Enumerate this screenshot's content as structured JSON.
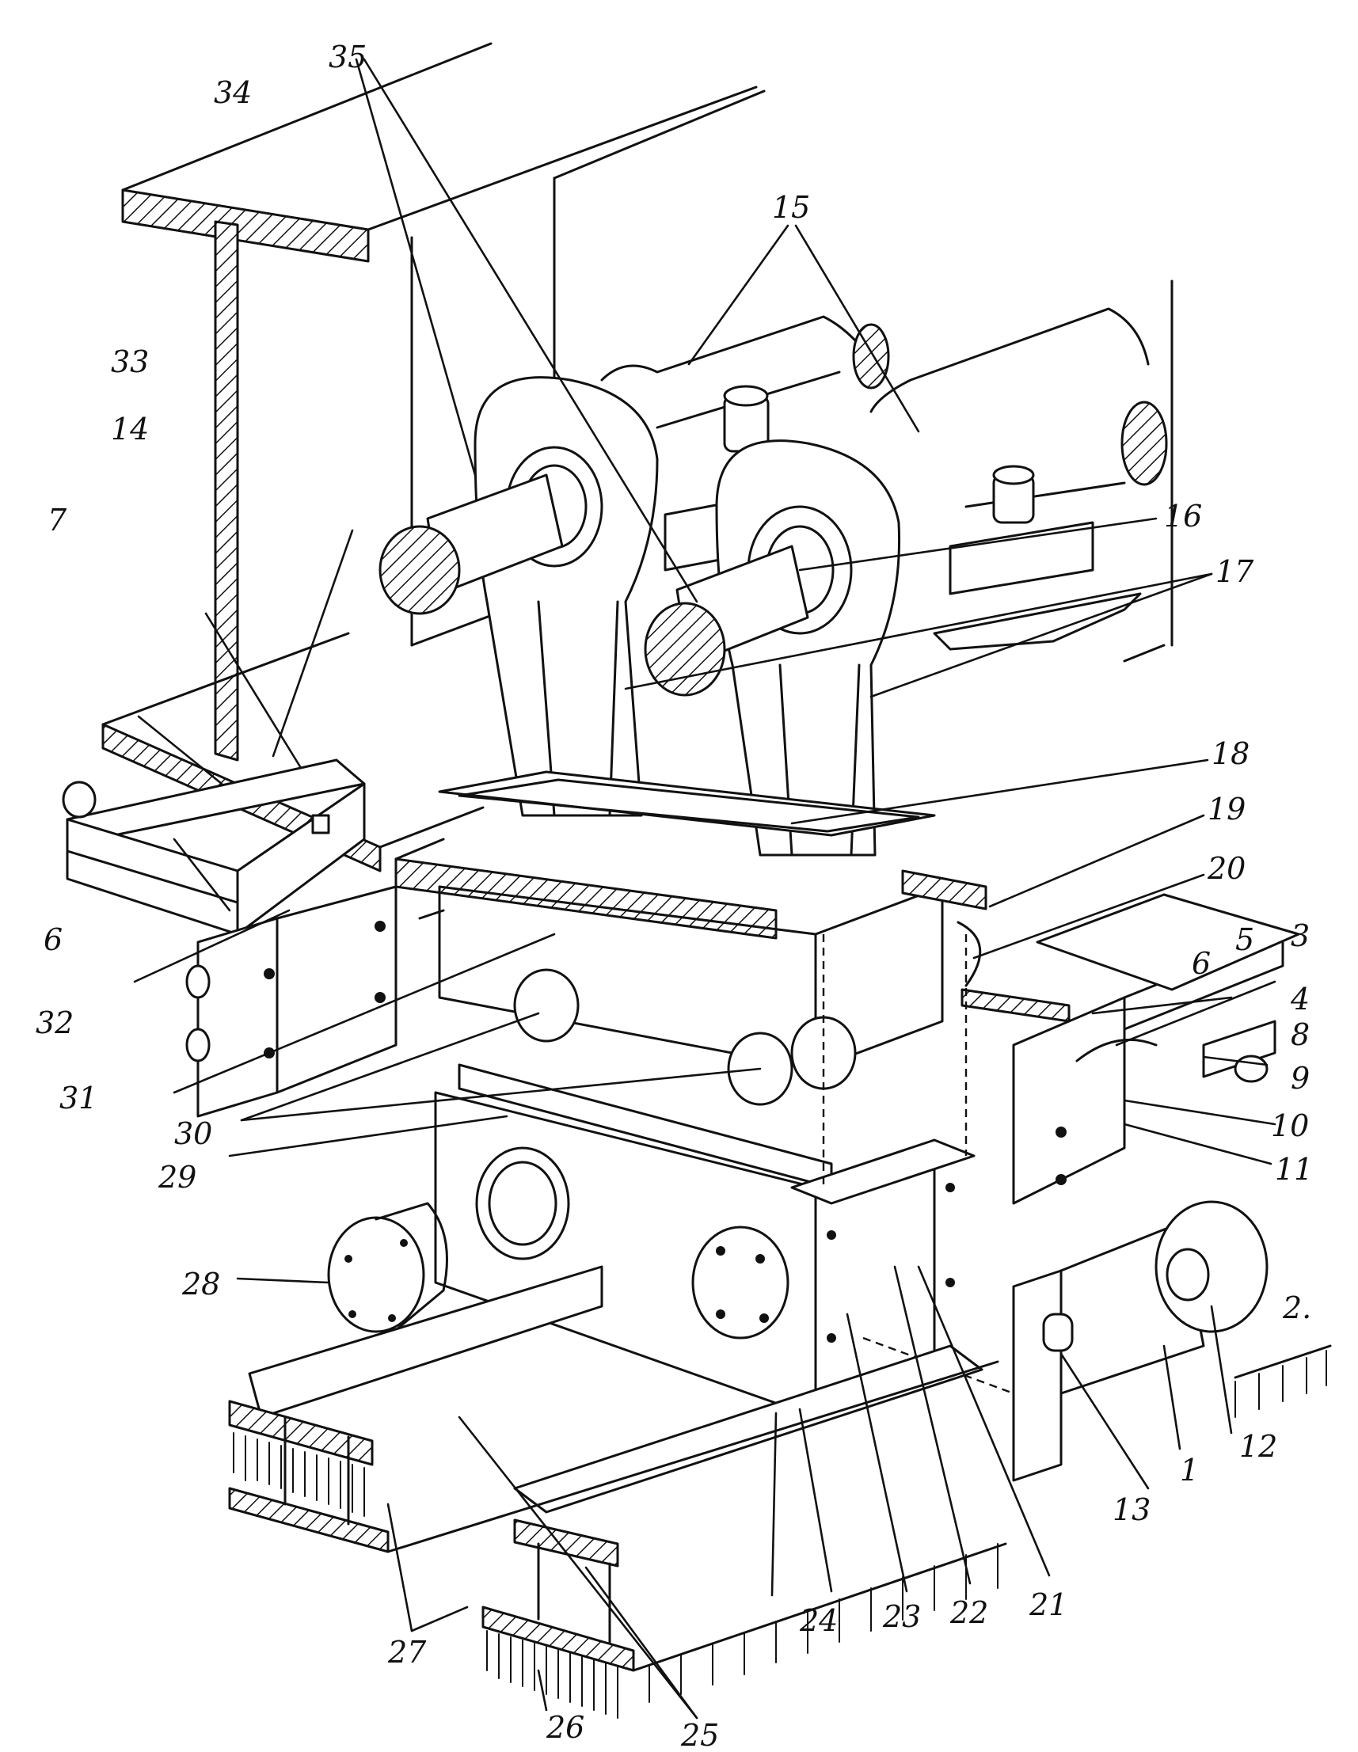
{
  "labels": {
    "n1": "1",
    "n2": "2.",
    "n3": "3",
    "n4": "4",
    "n5": "5",
    "n6a": "6",
    "n6b": "6",
    "n7": "7",
    "n8": "8",
    "n9": "9",
    "n10": "10",
    "n11": "11",
    "n12": "12",
    "n13": "13",
    "n14": "14",
    "n15": "15",
    "n16": "16",
    "n17": "17",
    "n18": "18",
    "n19": "19",
    "n20": "20",
    "n21": "21",
    "n22": "22",
    "n23": "23",
    "n24": "24",
    "n25": "25",
    "n26": "26",
    "n27": "27",
    "n28": "28",
    "n29": "29",
    "n30": "30",
    "n31": "31",
    "n32": "32",
    "n33": "33",
    "n34": "34",
    "n35": "35"
  }
}
